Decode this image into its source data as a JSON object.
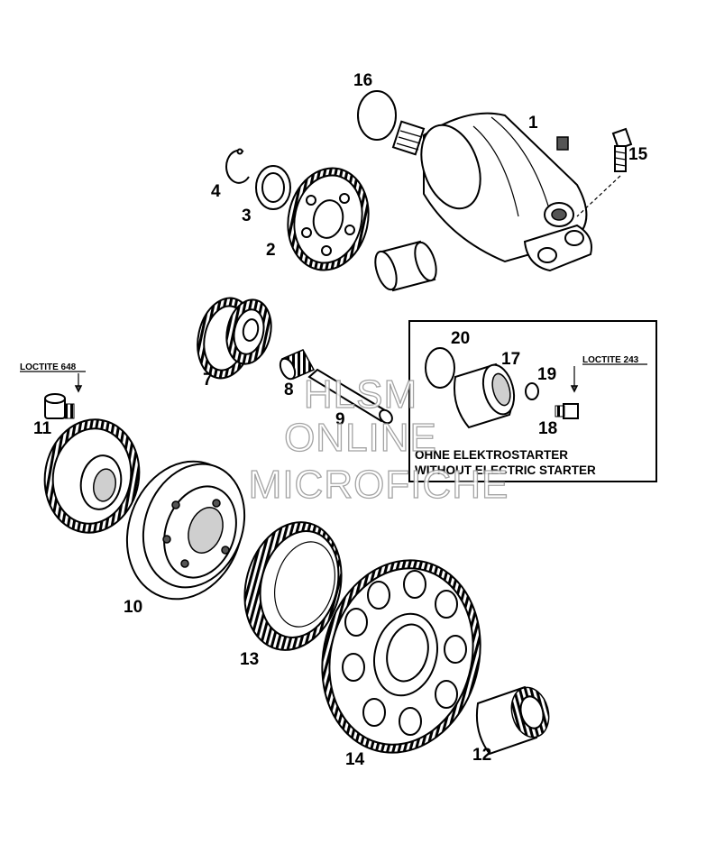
{
  "part_labels": {
    "p1": "1",
    "p2": "2",
    "p3": "3",
    "p4": "4",
    "p7": "7",
    "p8": "8",
    "p9": "9",
    "p10": "10",
    "p11": "11",
    "p12": "12",
    "p13": "13",
    "p14": "14",
    "p15": "15",
    "p16": "16",
    "p17": "17",
    "p18": "18",
    "p19": "19",
    "p20": "20"
  },
  "loctite": {
    "left": "LOCTITE 648",
    "right": "LOCTITE 243"
  },
  "inset": {
    "line1": "OHNE ELEKTROSTARTER",
    "line2": "WITHOUT ELECTRIC STARTER"
  },
  "watermark": {
    "line1": "HLSM",
    "line2": "ONLINE",
    "line3": "MICROFICHE"
  }
}
